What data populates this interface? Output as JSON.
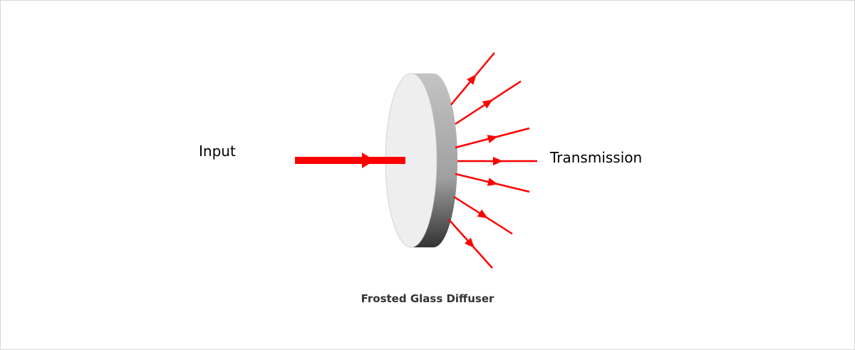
{
  "labels": {
    "input": "Input",
    "output": "Transmission"
  },
  "caption": "Frosted Glass Diffuser",
  "colors": {
    "beam": "#ff0000",
    "disc_face": "#efeeef",
    "disc_edge": "#a8a8a8",
    "caption": "#333333"
  },
  "rays": {
    "count": 7
  }
}
